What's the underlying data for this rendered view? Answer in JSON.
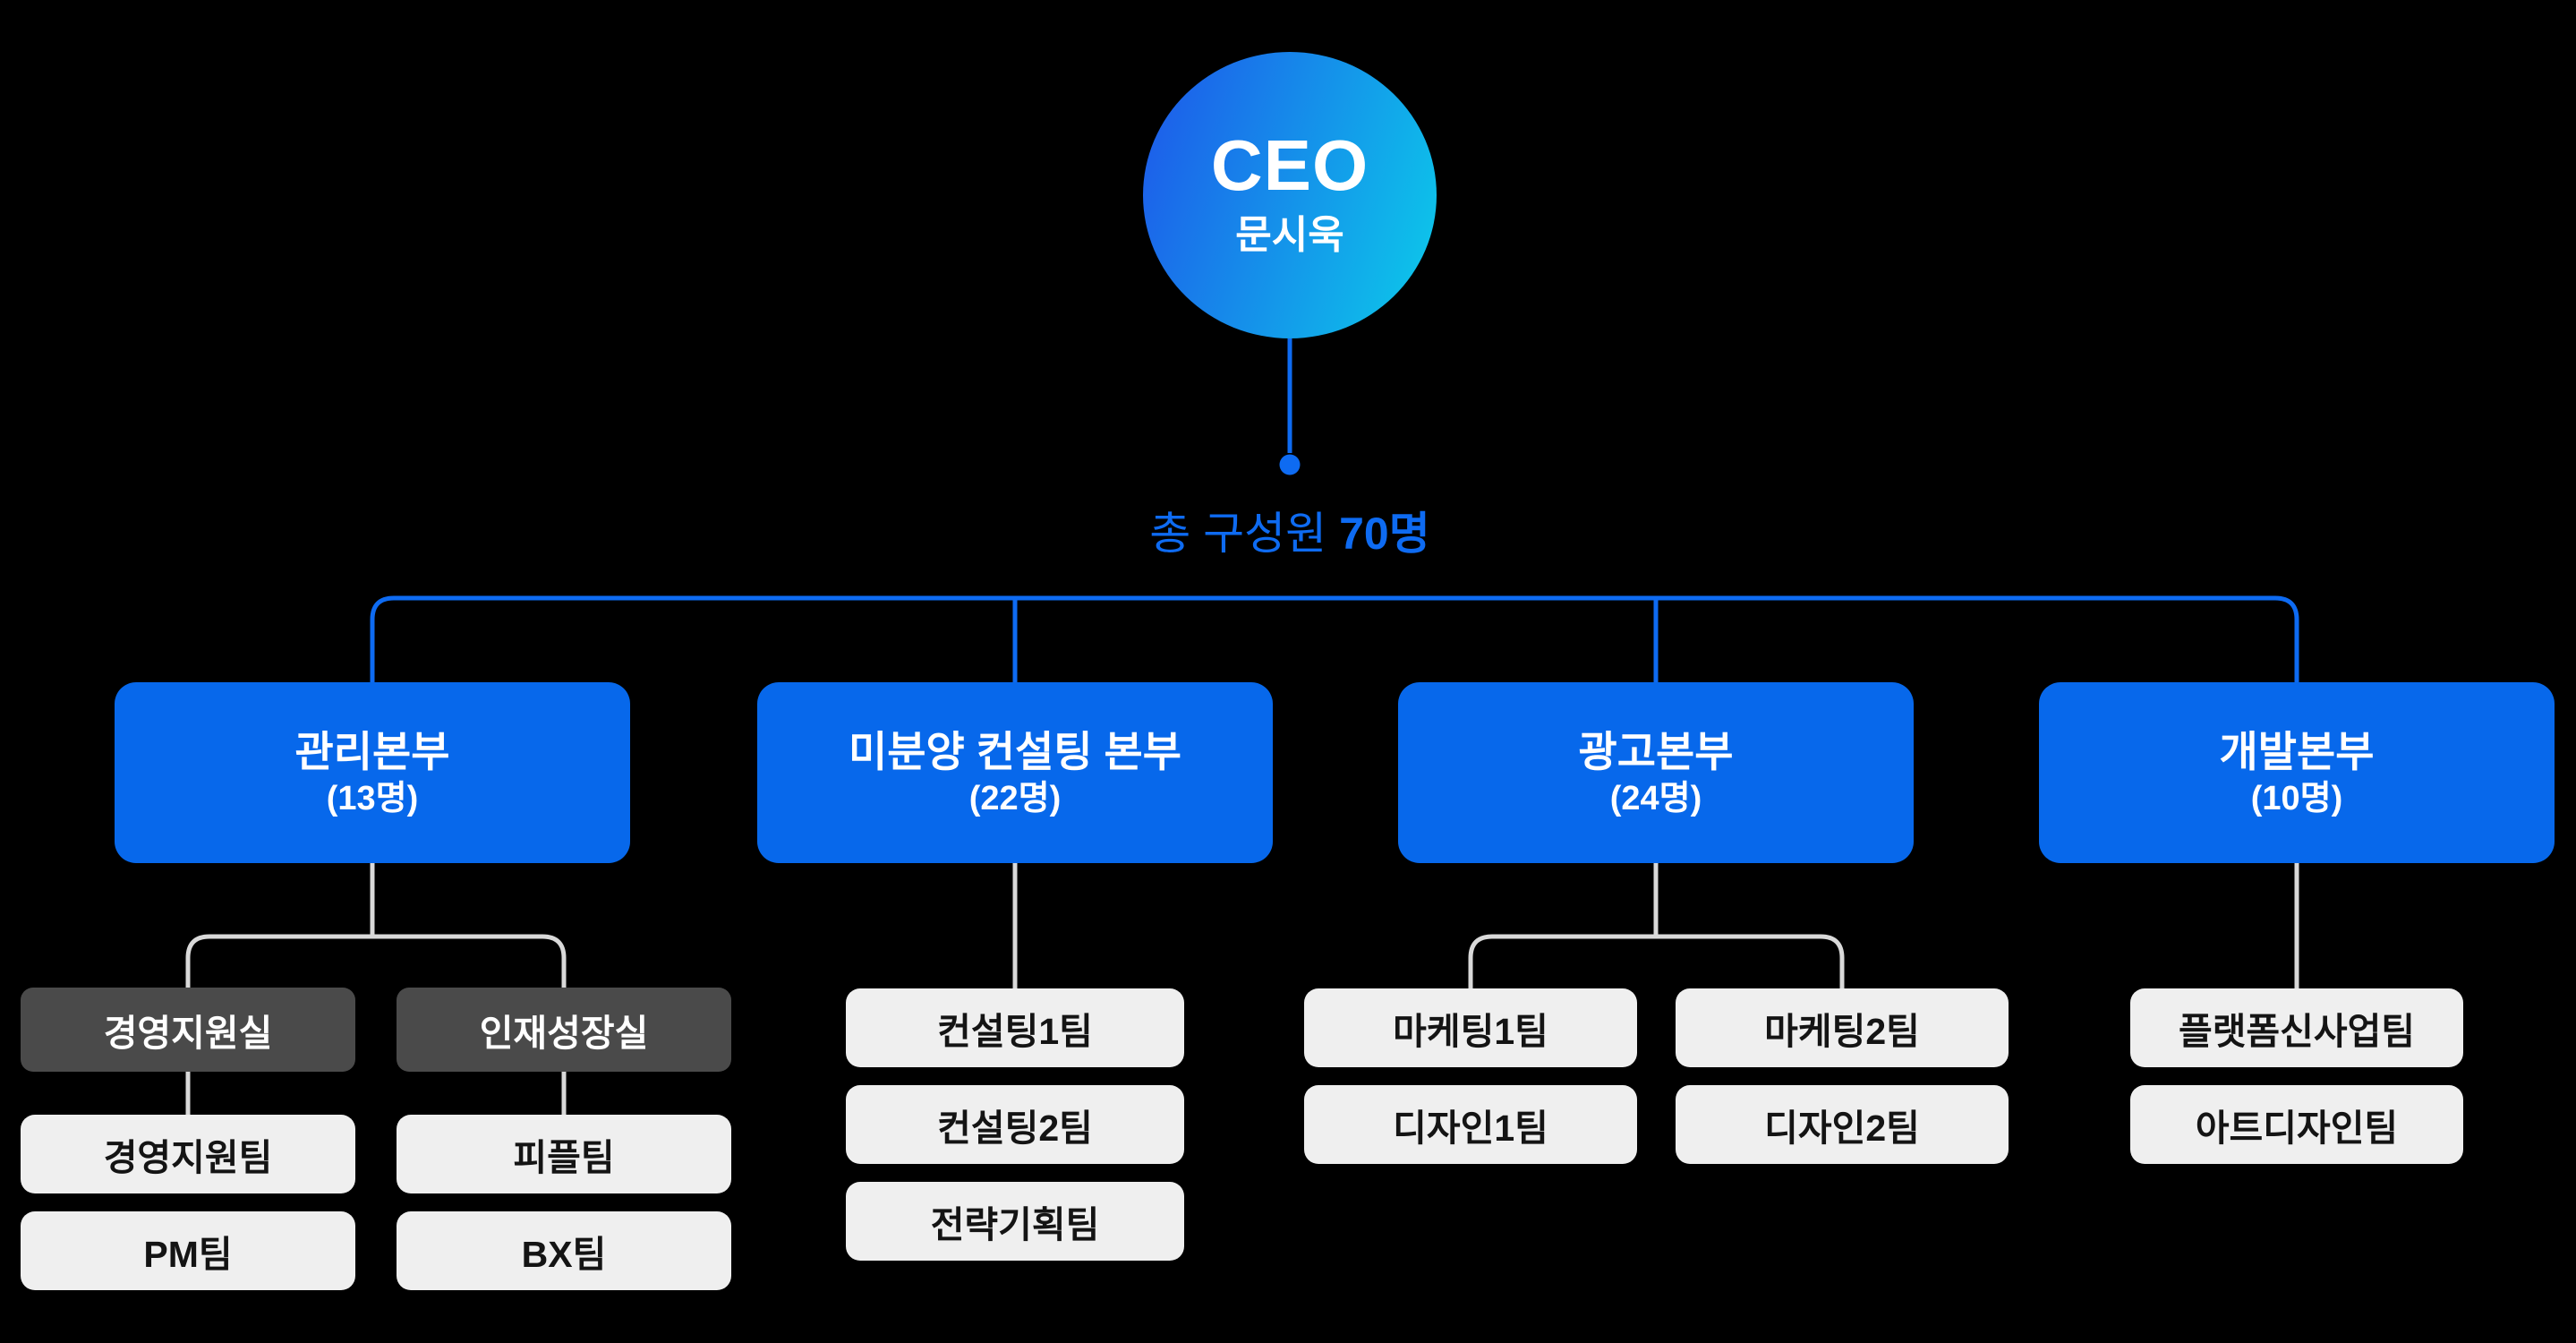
{
  "colors": {
    "background": "#000000",
    "accent": "#0E6BF2",
    "box-blue": "#0768EB",
    "grad-start": "#1E56EA",
    "grad-end": "#0DC3EA",
    "office-bg": "#4A4A4A",
    "team-bg": "#EFEFEF",
    "team-text": "#141414",
    "connector": "#D9D9D9"
  },
  "ceo": {
    "title": "CEO",
    "name": "문시욱"
  },
  "total": {
    "prefix": "총 구성원",
    "count": "70명"
  },
  "departments": [
    {
      "name": "관리본부",
      "count": "(13명)"
    },
    {
      "name": "미분양 컨설팅 본부",
      "count": "(22명)"
    },
    {
      "name": "광고본부",
      "count": "(24명)"
    },
    {
      "name": "개발본부",
      "count": "(10명)"
    }
  ],
  "offices": [
    "경영지원실",
    "인재성장실"
  ],
  "teams": {
    "management": [
      "경영지원팀",
      "피플팀",
      "PM팀",
      "BX팀"
    ],
    "consulting": [
      "컨설팅1팀",
      "컨설팅2팀",
      "전략기획팀"
    ],
    "advertising": [
      "마케팅1팀",
      "마케팅2팀",
      "디자인1팀",
      "디자인2팀"
    ],
    "development": [
      "플랫폼신사업팀",
      "아트디자인팀"
    ]
  }
}
